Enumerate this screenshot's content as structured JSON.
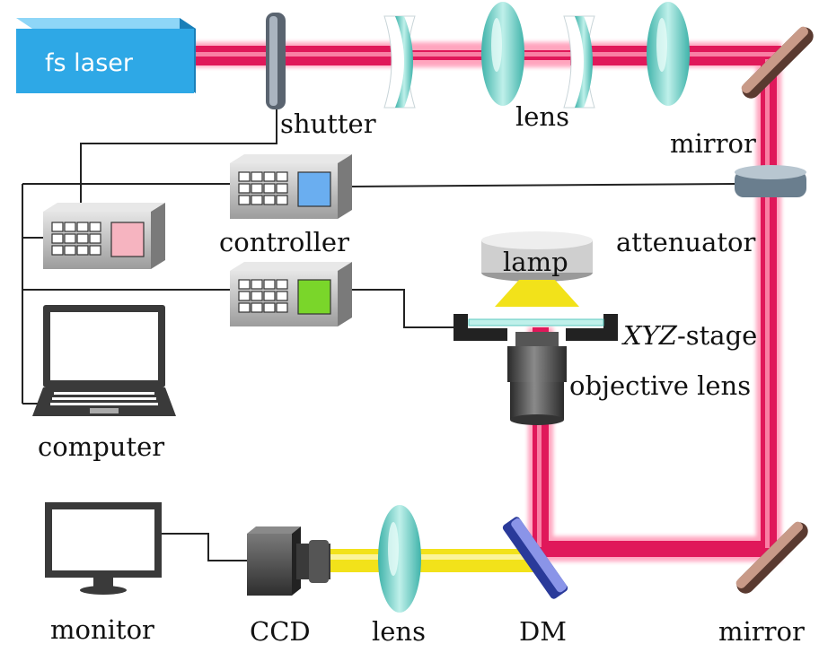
{
  "labels": {
    "laser": "fs laser",
    "shutter": "shutter",
    "lens_top": "lens",
    "mirror_top": "mirror",
    "controller": "controller",
    "attenuator": "attenuator",
    "lamp": "lamp",
    "stage_italic": "XYZ",
    "stage_suffix": "-stage",
    "objective": "objective lens",
    "computer": "computer",
    "monitor": "monitor",
    "ccd": "CCD",
    "lens_bottom": "lens",
    "dm": "DM",
    "mirror_bottom": "mirror"
  },
  "colors": {
    "laser_beam": "#e0185a",
    "imaging_beam": "#f2e21a",
    "laser_body": "#2ea8e6",
    "lens": "#5ec8c0",
    "mirror": "#8a5a4a",
    "dichroic": "#4a58c8",
    "screen_pink": "#f6b4c0",
    "screen_blue": "#6aaef0",
    "screen_green": "#7ad62a"
  }
}
